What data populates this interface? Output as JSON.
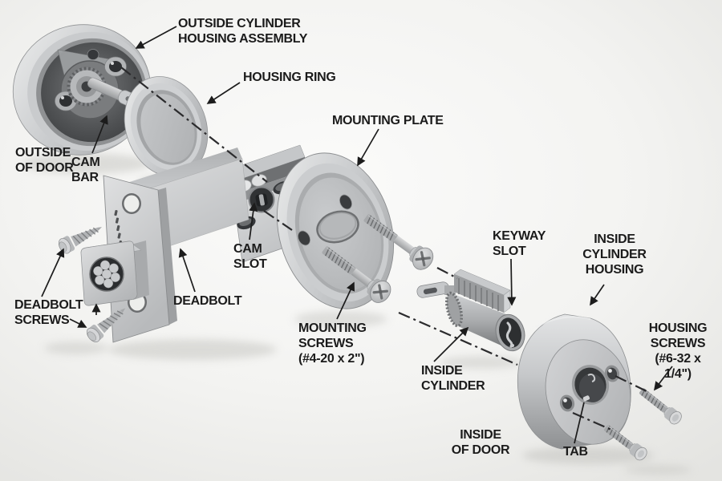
{
  "labels": {
    "outside_cylinder_housing_assembly": "OUTSIDE CYLINDER\nHOUSING ASSEMBLY",
    "housing_ring": "HOUSING RING",
    "mounting_plate": "MOUNTING PLATE",
    "outside_of_door": "OUTSIDE\nOF DOOR",
    "cam_bar": "CAM\nBAR",
    "cam_slot": "CAM\nSLOT",
    "deadbolt": "DEADBOLT",
    "deadbolt_screws": "DEADBOLT\nSCREWS",
    "mounting_screws": "MOUNTING\nSCREWS\n(#4-20 x 2\")",
    "keyway_slot": "KEYWAY\nSLOT",
    "inside_cylinder": "INSIDE\nCYLINDER",
    "inside_cylinder_housing": "INSIDE\nCYLINDER\nHOUSING",
    "housing_screws": "HOUSING\nSCREWS\n(#6-32 x 1/4\")",
    "inside_of_door": "INSIDE\nOF DOOR",
    "tab": "TAB"
  },
  "colors": {
    "line": "#1c1c1c",
    "metal_light": "#d9dadb",
    "metal_mid": "#b5b7b9",
    "metal_dark": "#8e9092",
    "cavity": "#45474a",
    "background": "#f5f5f3"
  }
}
